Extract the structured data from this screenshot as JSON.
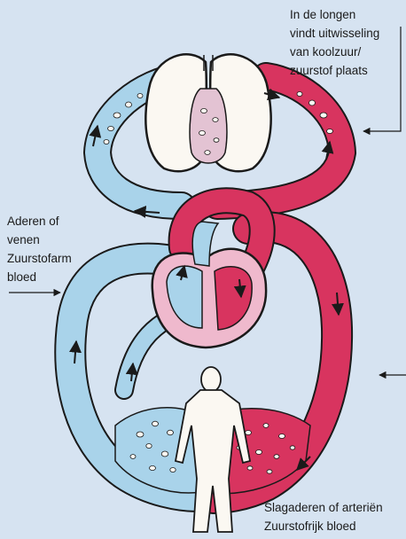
{
  "labels": {
    "lungs": [
      "In de longen",
      "vindt uitwisseling",
      "van koolzuur/",
      "zuurstof plaats"
    ],
    "veins": [
      "Aderen of",
      "venen",
      "Zuurstofarm",
      "bloed"
    ],
    "arteries": [
      "Slagaderen of arteriën",
      "Zuurstofrijk bloed"
    ]
  },
  "colors": {
    "background": "#d6e3f1",
    "oxygen_poor_blood": "#a9d3ea",
    "oxygen_rich_blood": "#d8345f",
    "organ_fill": "#fbf8f2",
    "heart_chamber_pink": "#efb9cd",
    "lung_core_pink": "#e3c3d3",
    "outline": "#1a1a1a"
  },
  "icons": [
    "lungs-icon",
    "heart-icon",
    "human-figure-icon",
    "arrow-icon"
  ]
}
